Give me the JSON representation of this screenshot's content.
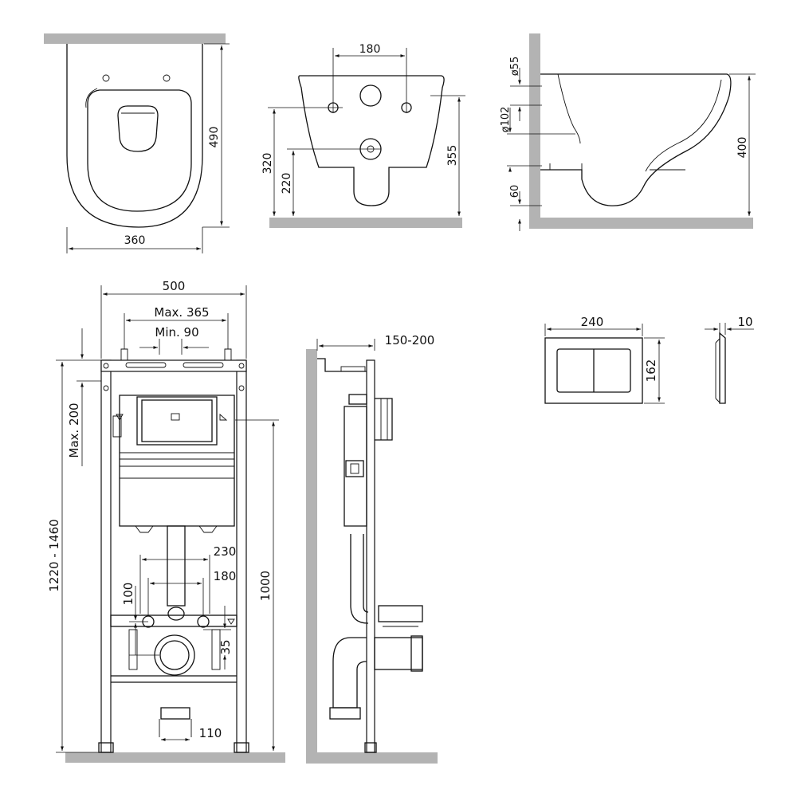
{
  "bowl_front": {
    "width": "360",
    "height": "490"
  },
  "bowl_back": {
    "bolt_spacing": "180",
    "inlet_height": "320",
    "drain_height": "220",
    "bowl_height": "355"
  },
  "bowl_side": {
    "d_inlet": "ø55",
    "d_drain": "ø102",
    "height": "400",
    "offset": "60"
  },
  "frame_front": {
    "width": "500",
    "max_spacing": "Max. 365",
    "min_spacing": "Min. 90",
    "max_adjust": "Max. 200",
    "height_range": "1220 - 1460",
    "stud_spacing": "230",
    "stud_spacing_inner": "180",
    "inlet_offset": "100",
    "drain_offset": "35",
    "button_height": "1000",
    "drain_width": "110"
  },
  "frame_side": {
    "depth_range": "150-200"
  },
  "button": {
    "width": "240",
    "height": "162",
    "thickness": "10"
  }
}
